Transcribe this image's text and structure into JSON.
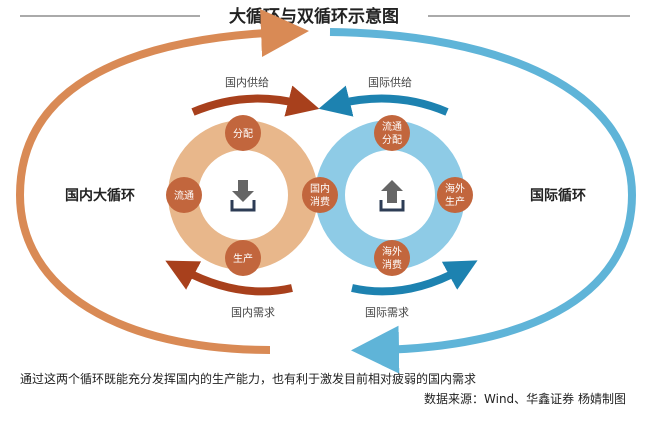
{
  "title": "大循环与双循环示意图",
  "labels": {
    "domestic_supply": "国内供给",
    "intl_supply": "国际供给",
    "domestic_demand": "国内需求",
    "intl_demand": "国际需求",
    "domestic_cycle": "国内大循环",
    "intl_cycle": "国际循环"
  },
  "domestic_nodes": [
    "分配",
    "流通",
    "生产"
  ],
  "shared_node": [
    "国内",
    "消费"
  ],
  "intl_nodes": [
    [
      "流通",
      "分配"
    ],
    [
      "海外",
      "生产"
    ],
    [
      "海外",
      "消费"
    ]
  ],
  "footer": {
    "caption": "通过这两个循环既能充分发挥国内的生产能力，也有利于激发目前相对疲弱的国内需求",
    "source": "数据来源：Wind、华鑫证券  杨婧制图"
  },
  "colors": {
    "orange_arc": "#d98a55",
    "blue_arc": "#5fb4d8",
    "orange_ring": "#e8b78b",
    "blue_ring": "#8ecbe6",
    "node": "#c2663d",
    "dark_red_arrow": "#a8401c",
    "dark_blue_arrow": "#1d82b0"
  }
}
